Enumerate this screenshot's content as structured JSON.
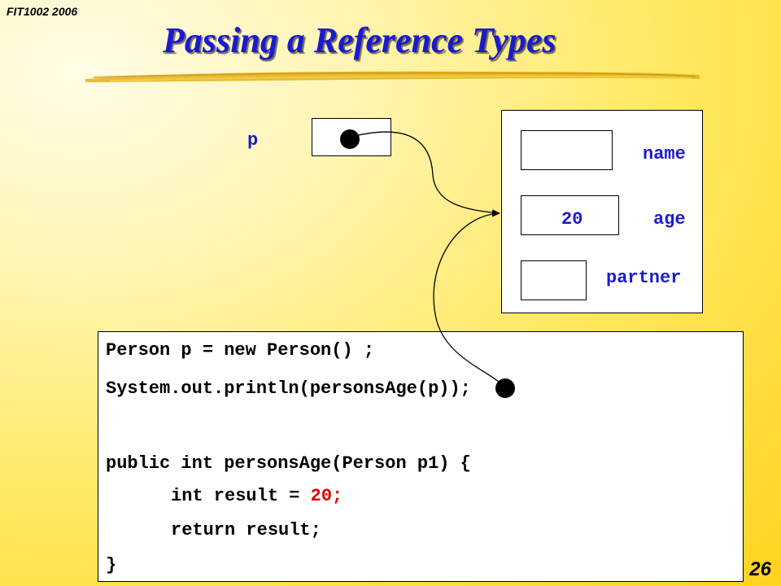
{
  "slide": {
    "course": "FIT1002 2006",
    "title": "Passing a Reference Types",
    "page_number": "26"
  },
  "diagram": {
    "variable": {
      "label": "p"
    },
    "object": {
      "fields": [
        {
          "label": "name",
          "value": ""
        },
        {
          "label": "age",
          "value": "20"
        },
        {
          "label": "partner",
          "value": ""
        }
      ]
    },
    "arrows": [
      {
        "from": "p-reference",
        "to": "person-object"
      },
      {
        "from": "persons-age-argument",
        "to": "person-object"
      }
    ]
  },
  "code": {
    "line1": "Person p = new Person() ;",
    "line2_prefix": "System.out.println(personsAge(",
    "line2_arg": "p",
    "line2_suffix": "));",
    "line3": "public int personsAge(Person p1) {",
    "line4_prefix": "int result = ",
    "line4_value": "20;",
    "line5": "return result;",
    "line6": "}"
  },
  "colors": {
    "title": "#1a1ad0",
    "label_text": "#1a1ad0",
    "highlight": "#e00000",
    "background": "#ffe860"
  }
}
